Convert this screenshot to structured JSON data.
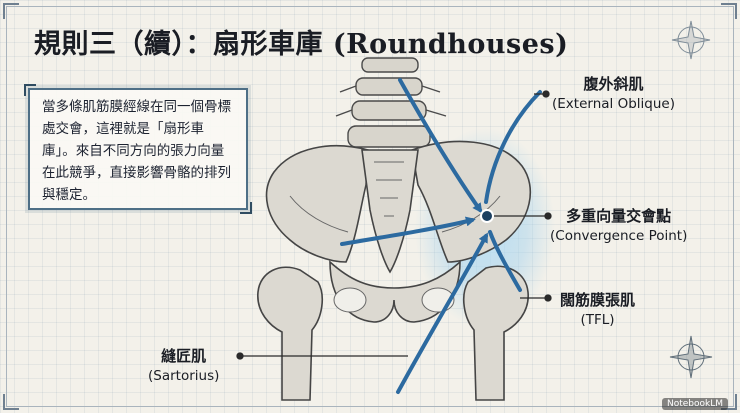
{
  "title": "規則三（續）：扇形車庫 (Roundhouses)",
  "description": "當多條肌筋膜經線在同一個骨標處交會，這裡就是「扇形車庫」。來自不同方向的張力向量在此競爭，直接影響骨骼的排列與穩定。",
  "labels": {
    "external_oblique": {
      "zh": "腹外斜肌",
      "en": "(External Oblique)"
    },
    "convergence": {
      "zh": "多重向量交會點",
      "en": "(Convergence Point)"
    },
    "tfl": {
      "zh": "闊筋膜張肌",
      "en": "(TFL)"
    },
    "sartorius": {
      "zh": "縫匠肌",
      "en": "(Sartorius)"
    }
  },
  "brand": "NotebookLM",
  "colors": {
    "arrow": "#2c6aa0",
    "glow": "#9fd0ee",
    "bone": "#dcd9d1",
    "bone_stroke": "#4a4a4a"
  },
  "icons": [
    "compass-rose-icon",
    "notebook-logo-icon"
  ]
}
